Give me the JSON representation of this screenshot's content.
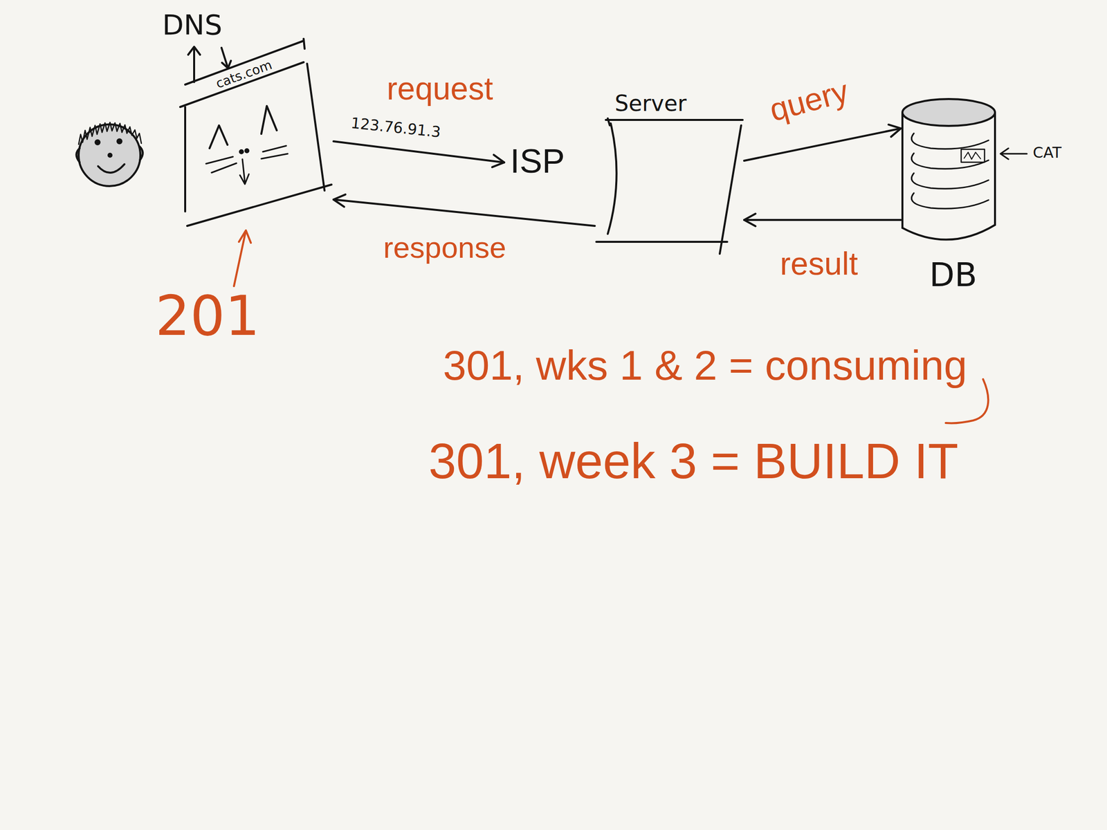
{
  "diagram": {
    "nodes": [
      {
        "text": [
          "cats.com"
        ]
      },
      {
        "text": [
          "ISP"
        ]
      },
      {
        "text": [
          "Server"
        ]
      },
      {
        "text": [
          "DB"
        ]
      }
    ],
    "edges": [
      {
        "from": 0,
        "to": 1,
        "arrow": "to",
        "label": "request"
      },
      {
        "from": 2,
        "to": 0,
        "arrow": "to",
        "label": "response"
      },
      {
        "from": 2,
        "to": 3,
        "arrow": "to",
        "label": "query"
      },
      {
        "from": 3,
        "to": 2,
        "arrow": "to",
        "label": "result"
      }
    ],
    "labels": [
      "DNS",
      "123.76.91.3",
      "CAT",
      "201",
      "301, wks 1 & 2 = consuming",
      "301, week 3 = BUILD IT"
    ]
  }
}
